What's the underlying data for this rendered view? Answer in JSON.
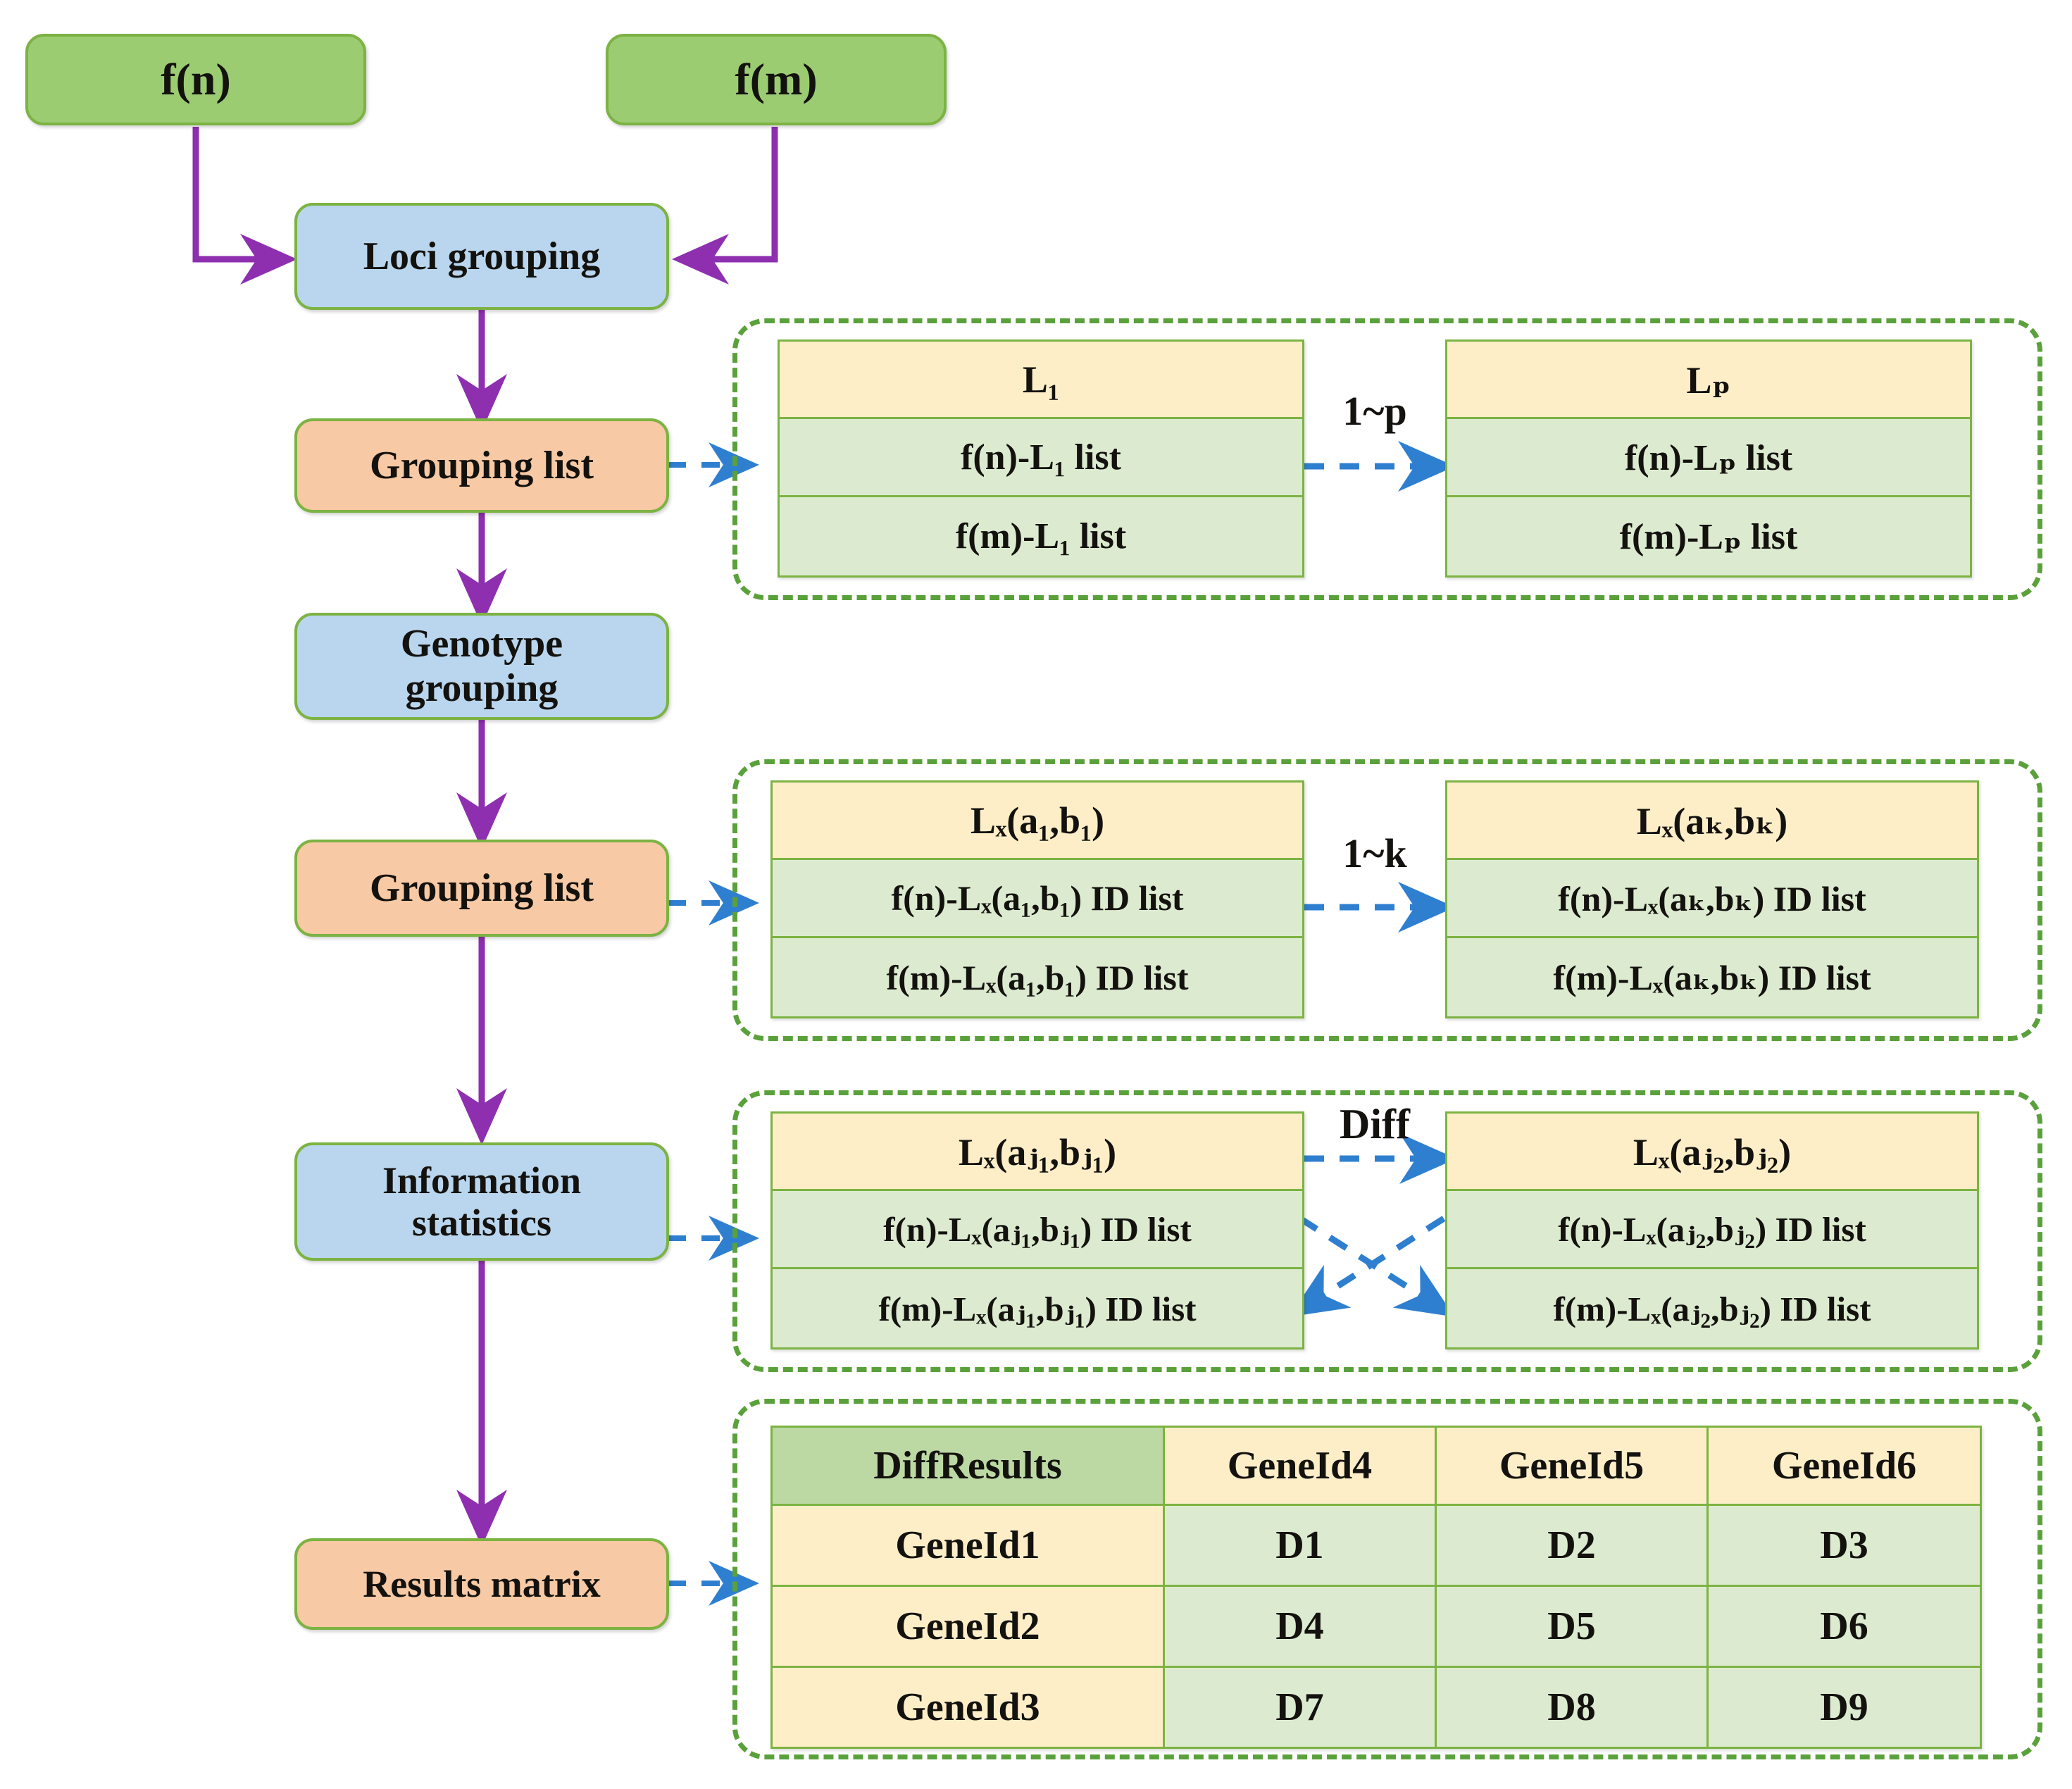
{
  "diagram": {
    "title": "Loci and genotype grouping differential analysis flowchart",
    "colors": {
      "source_node": "#9ccc72",
      "process_node": "#b9d6ee",
      "data_node": "#f7c9a4",
      "node_border": "#7cb342",
      "flow_arrow": "#8e2fb0",
      "link_arrow": "#2f7fd0",
      "dashed_container": "#5aa13b",
      "card_head": "#fdeec8",
      "card_body": "#dcebd0",
      "matrix_corner": "#bcd9a4"
    }
  },
  "inputs": [
    {
      "label": "f(n)"
    },
    {
      "label": "f(m)"
    }
  ],
  "flow_nodes": [
    {
      "id": "loci-grouping",
      "label": "Loci grouping",
      "kind": "process"
    },
    {
      "id": "grouping-list-1",
      "label": "Grouping list",
      "kind": "data"
    },
    {
      "id": "genotype-grouping",
      "label_line1": "Genotype",
      "label_line2": "grouping",
      "kind": "process"
    },
    {
      "id": "grouping-list-2",
      "label": "Grouping list",
      "kind": "data"
    },
    {
      "id": "information-statistics",
      "label_line1": "Information",
      "label_line2": "statistics",
      "kind": "process"
    },
    {
      "id": "results-matrix",
      "label": "Results matrix",
      "kind": "data"
    }
  ],
  "panels": [
    {
      "id": "loci-grouping-panel",
      "loop_label": "1~p",
      "left_card": {
        "head": "L₁",
        "row_n": "f(n)-L₁ list",
        "row_m": "f(m)-L₁ list"
      },
      "right_card": {
        "head": "Lₚ",
        "row_n": "f(n)-Lₚ list",
        "row_m": "f(m)-Lₚ list"
      }
    },
    {
      "id": "genotype-grouping-panel",
      "loop_label": "1~k",
      "left_card": {
        "head": "Lₓ(a₁,b₁)",
        "row_n": "f(n)-Lₓ(a₁,b₁) ID list",
        "row_m": "f(m)-Lₓ(a₁,b₁) ID list"
      },
      "right_card": {
        "head": "Lₓ(aₖ,bₖ)",
        "row_n": "f(n)-Lₓ(aₖ,bₖ) ID list",
        "row_m": "f(m)-Lₓ(aₖ,bₖ) ID list"
      }
    },
    {
      "id": "diff-panel",
      "loop_label": "Diff",
      "left_card": {
        "head": "Lₓ(aⱼ₁,bⱼ₁)",
        "row_n": "f(n)-Lₓ(aⱼ₁,bⱼ₁) ID list",
        "row_m": "f(m)-Lₓ(aⱼ₁,bⱼ₁) ID list"
      },
      "right_card": {
        "head": "Lₓ(aⱼ₂,bⱼ₂)",
        "row_n": "f(n)-Lₓ(aⱼ₂,bⱼ₂) ID list",
        "row_m": "f(m)-Lₓ(aⱼ₂,bⱼ₂) ID list"
      }
    }
  ],
  "results_matrix": {
    "corner": "DiffResults",
    "columns": [
      "GeneId4",
      "GeneId5",
      "GeneId6"
    ],
    "rows": [
      {
        "header": "GeneId1",
        "values": [
          "D1",
          "D2",
          "D3"
        ]
      },
      {
        "header": "GeneId2",
        "values": [
          "D4",
          "D5",
          "D6"
        ]
      },
      {
        "header": "GeneId3",
        "values": [
          "D7",
          "D8",
          "D9"
        ]
      }
    ]
  }
}
